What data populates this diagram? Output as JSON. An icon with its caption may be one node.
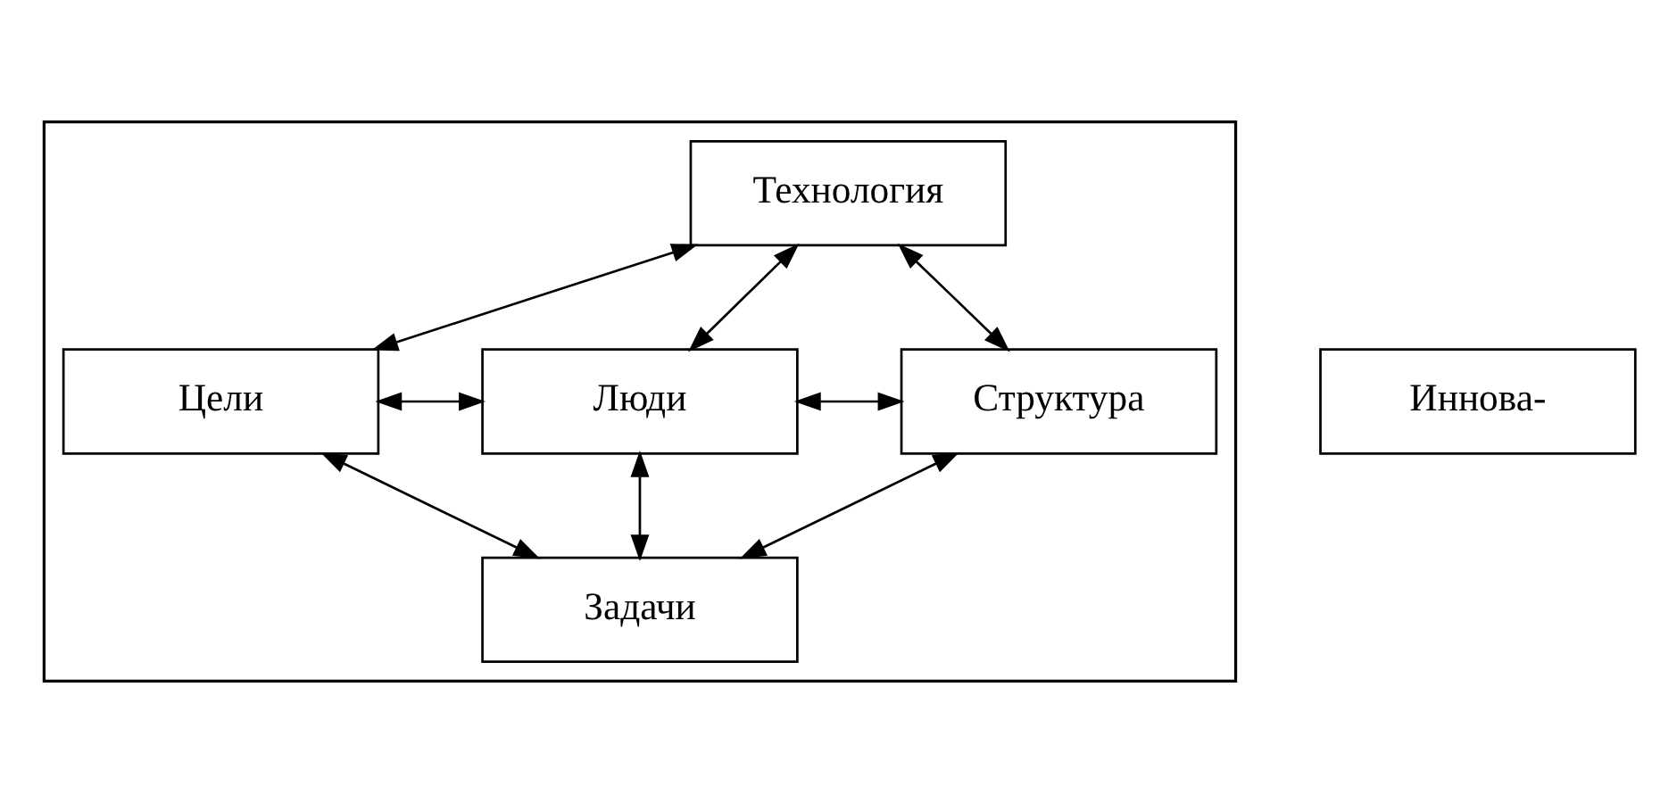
{
  "diagram": {
    "nodes": [
      {
        "text": [],
        "shape": "box"
      },
      {
        "text": [
          "Технология"
        ],
        "in": 0
      },
      {
        "text": [
          "Цели"
        ],
        "in": 0
      },
      {
        "text": [
          "Люди"
        ],
        "in": 0
      },
      {
        "text": [
          "Структура"
        ],
        "in": 0
      },
      {
        "text": [
          "Иннова-"
        ]
      },
      {
        "text": [
          "Задачи"
        ],
        "in": 0
      }
    ],
    "edges": [
      {
        "from": 1,
        "to": 2,
        "arrow": "both"
      },
      {
        "from": 1,
        "to": 4,
        "arrow": "both"
      },
      {
        "from": 1,
        "to": 3,
        "arrow": "both"
      },
      {
        "from": 2,
        "to": 3,
        "arrow": "both"
      },
      {
        "from": 3,
        "to": 4,
        "arrow": "both"
      },
      {
        "from": 3,
        "to": 6,
        "arrow": "both"
      },
      {
        "from": 2,
        "to": 6,
        "arrow": "both"
      },
      {
        "from": 4,
        "to": 6,
        "arrow": "both"
      }
    ]
  }
}
